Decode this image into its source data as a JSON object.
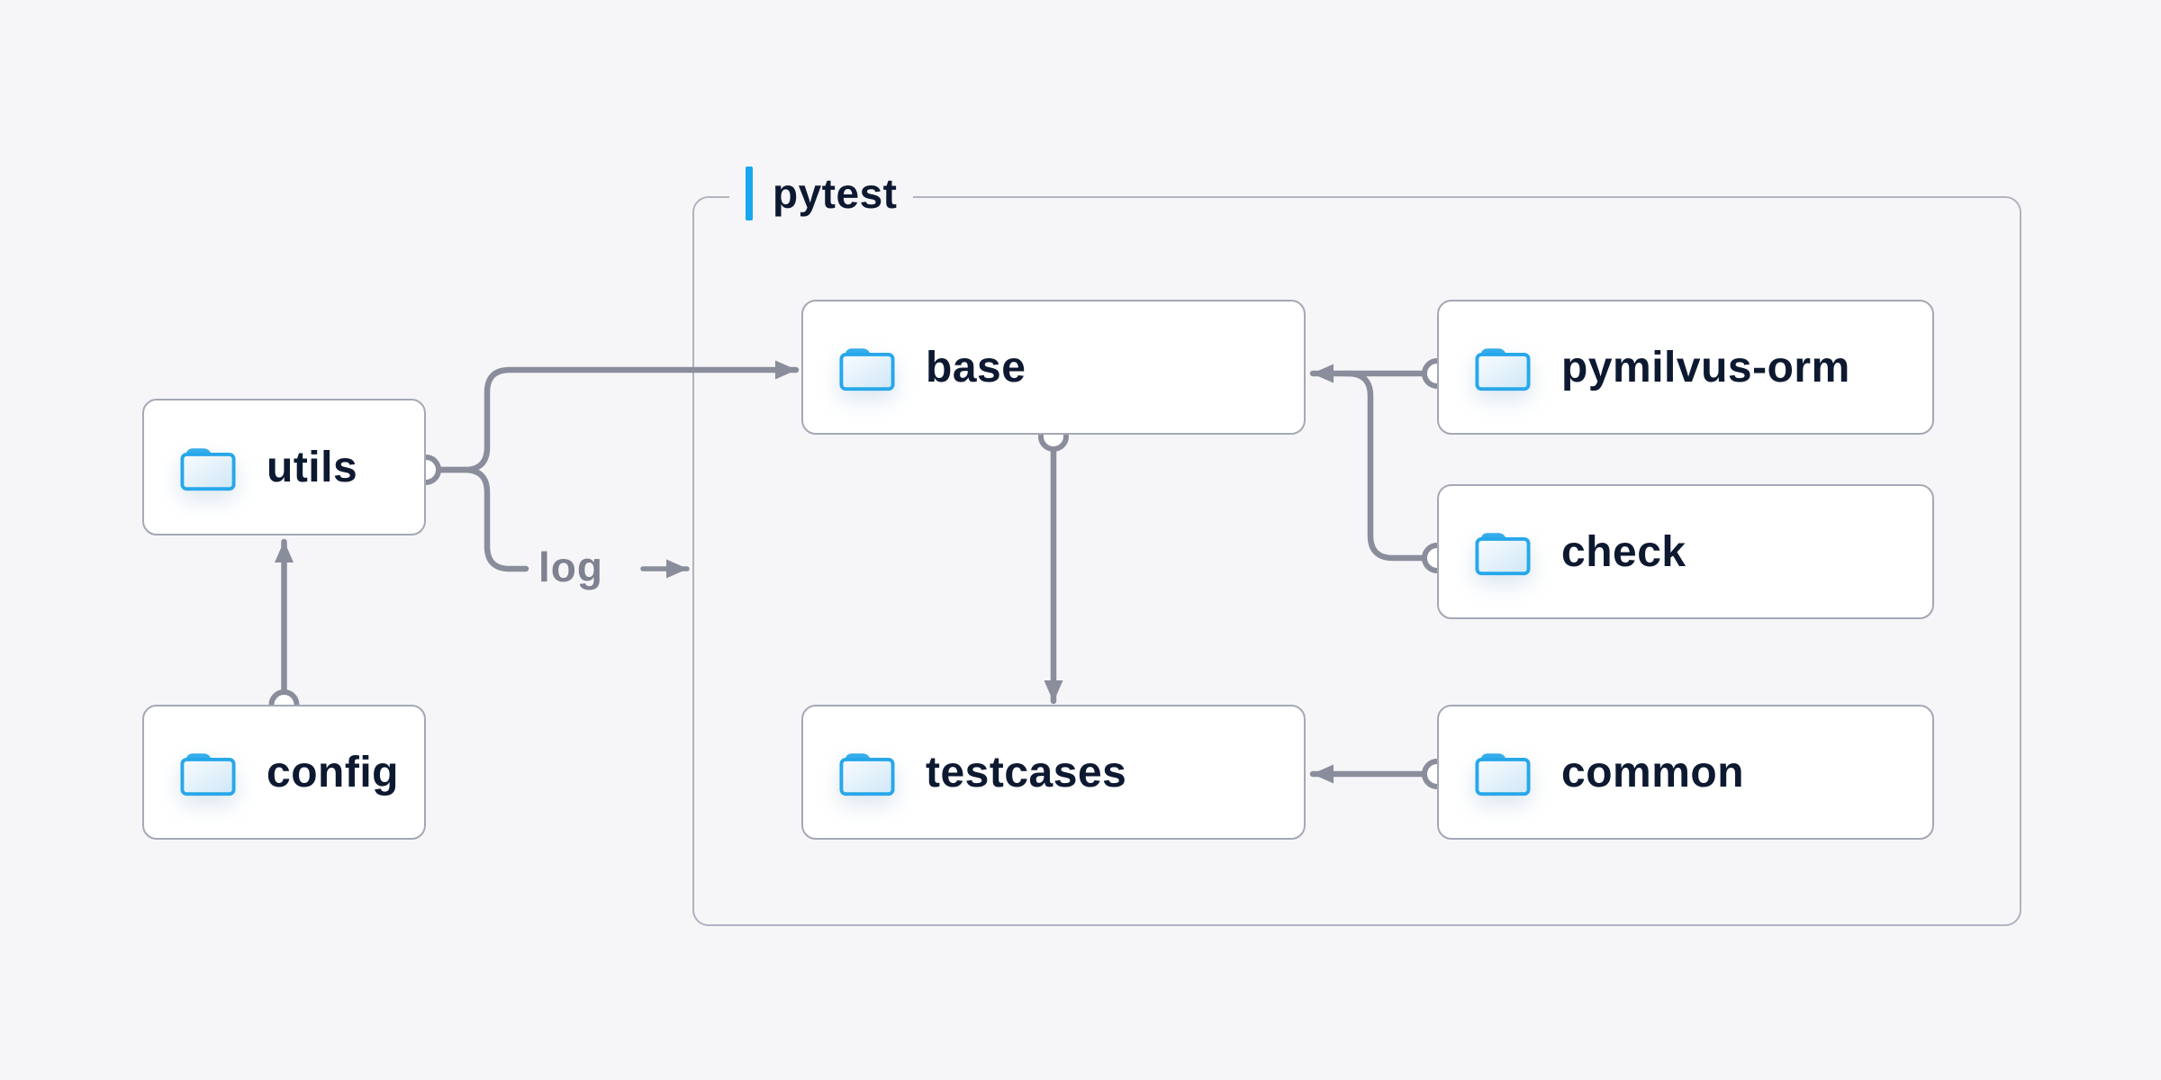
{
  "diagram": {
    "background": "#f6f6f8",
    "group": {
      "label": "pytest",
      "accent_color": "#17a7ee"
    },
    "nodes": [
      {
        "id": "utils",
        "label": "utils"
      },
      {
        "id": "config",
        "label": "config"
      },
      {
        "id": "base",
        "label": "base"
      },
      {
        "id": "pymilvus-orm",
        "label": "pymilvus-orm"
      },
      {
        "id": "check",
        "label": "check"
      },
      {
        "id": "testcases",
        "label": "testcases"
      },
      {
        "id": "common",
        "label": "common"
      }
    ],
    "edges": [
      {
        "from": "config",
        "to": "utils"
      },
      {
        "from": "utils",
        "to": "base"
      },
      {
        "from": "utils",
        "to": "pytest-group",
        "label": "log"
      },
      {
        "from": "pymilvus-orm",
        "to": "base"
      },
      {
        "from": "check",
        "to": "base"
      },
      {
        "from": "base",
        "to": "testcases"
      },
      {
        "from": "common",
        "to": "testcases"
      }
    ],
    "edge_label": "log",
    "colors": {
      "node_text": "#0d1930",
      "node_border": "#a5a8b5",
      "group_border": "#b0b3c0",
      "wire": "#8a8d9b",
      "edge_label_text": "#7e818f",
      "folder_stroke": "#27a7ea",
      "folder_tab": "#35aceb"
    }
  }
}
